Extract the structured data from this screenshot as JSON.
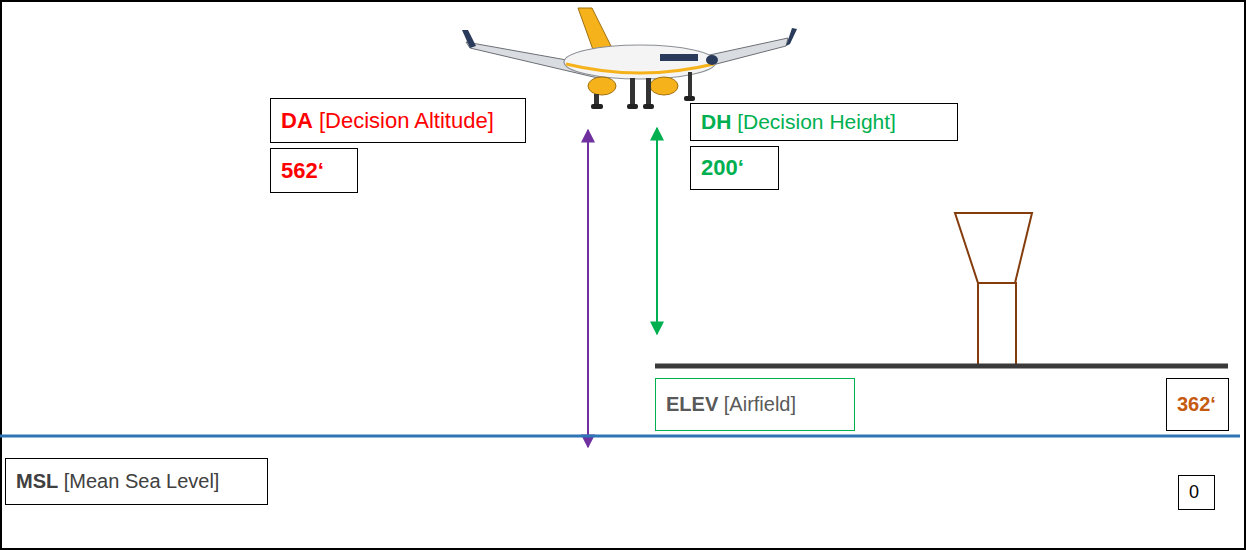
{
  "diagram": {
    "nodes": [
      {
        "text": [
          "DA [Decision Altitude]"
        ]
      },
      {
        "text": [
          "562‘"
        ]
      },
      {
        "text": [
          "DH [Decision Height]"
        ]
      },
      {
        "text": [
          "200‘"
        ]
      },
      {
        "text": [
          "ELEV [Airfield]"
        ]
      },
      {
        "text": [
          "362‘"
        ]
      },
      {
        "text": [
          "MSL [Mean Sea Level]"
        ]
      },
      {
        "text": [
          "0"
        ]
      }
    ]
  }
}
